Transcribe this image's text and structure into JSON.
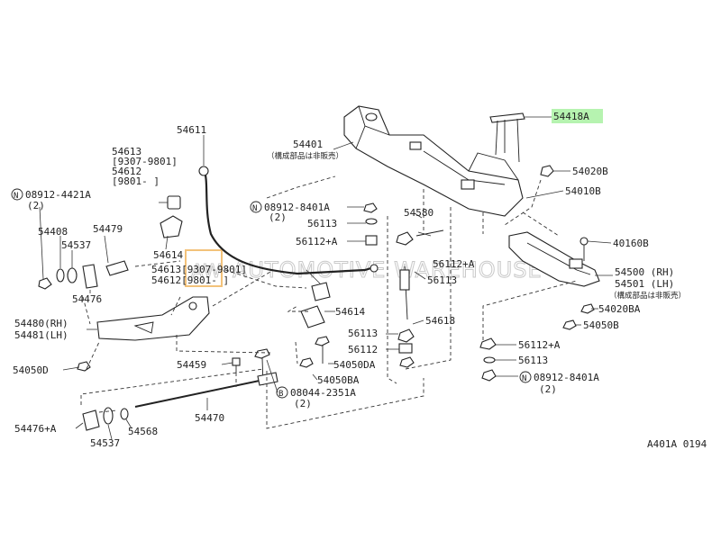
{
  "diagram_code": "A401A 0194",
  "watermark": "AUTOMOTIVE WAREHOUSE",
  "watermark_logo": "AW",
  "highlight_color": "#b6f3b0",
  "labels": {
    "p54418A": "54418A",
    "p54401": "54401",
    "note_54401": "（構成部品は非販売）",
    "p54020B": "54020B",
    "p54010B": "54010B",
    "p40160B": "40160B",
    "p54500": "54500 (RH)",
    "p54501": "54501 (LH)",
    "note_54501": "（構成部品は非販売）",
    "p54020BA": "54020BA",
    "p54050B": "54050B",
    "p56112A_r": "56112+A",
    "p56113_r": "56113",
    "n08912_r": "08912-8401A",
    "n08912_r_qty": "(2)",
    "p54611": "54611",
    "p54613": "54613",
    "p54613_range": "[9307-9801]",
    "p54612": "54612",
    "p54612_range": "[9801-     ]",
    "n08912_l": "08912-4421A",
    "n08912_l_qty": "(2)",
    "p54408": "54408",
    "p54479": "54479",
    "p54537_top": "54537",
    "p54614_l": "54614",
    "p54476": "54476",
    "p54613_mid": "54613[9307-9801]",
    "p54612_mid": "54612[9801-     ]",
    "n08912_m": "08912-8401A",
    "n08912_m_qty": "(2)",
    "p56113_m": "56113",
    "p56112A_m": "56112+A",
    "p54580": "54580",
    "p56112A_c": "56112+A",
    "p56113_c": "56113",
    "p54618": "54618",
    "p54614_m": "54614",
    "p56113_b": "56113",
    "p56112_b": "56112",
    "p54050DA": "54050DA",
    "p54050BA": "54050BA",
    "p54480": "54480(RH)",
    "p54481": "54481(LH)",
    "p54459": "54459",
    "p54050D": "54050D",
    "b08044": "08044-2351A",
    "b08044_qty": "(2)",
    "p54470": "54470",
    "p54476A": "54476+A",
    "p54568": "54568",
    "p54537_bot": "54537",
    "sym_N": "N",
    "sym_B": "B"
  }
}
